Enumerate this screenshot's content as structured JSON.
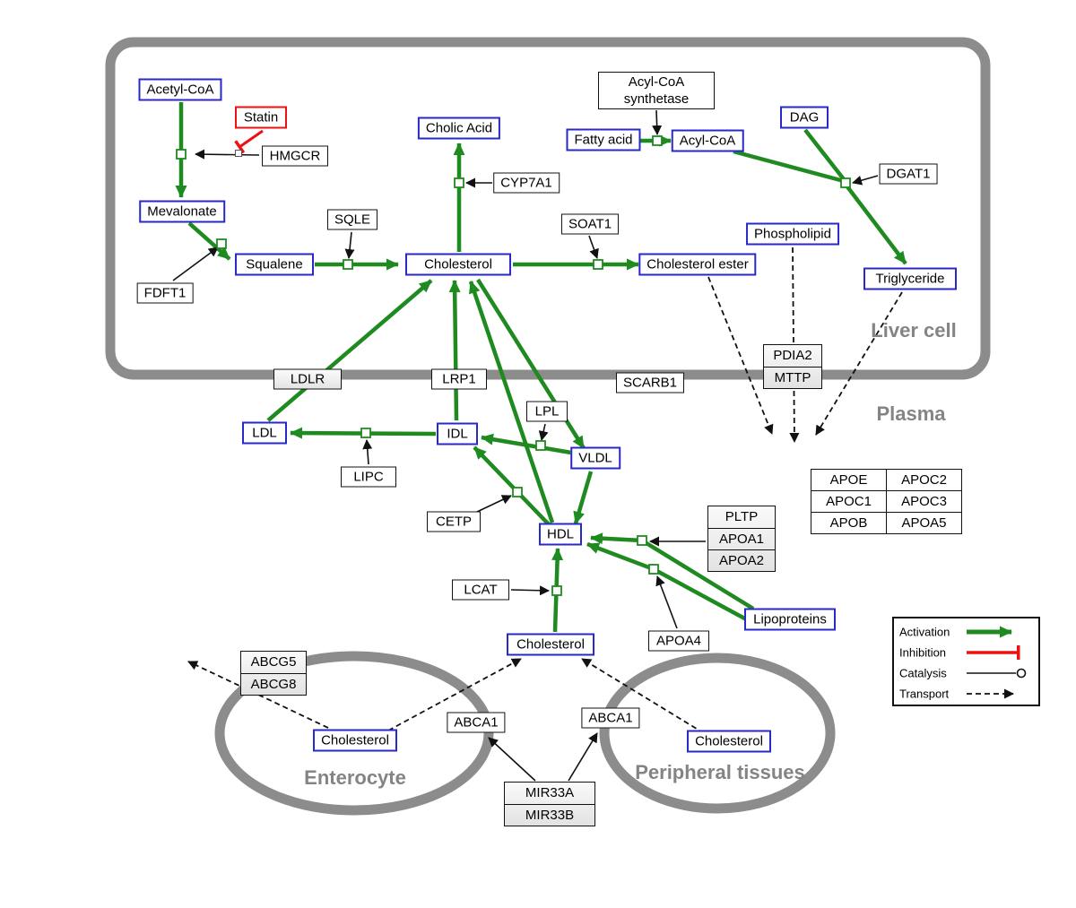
{
  "compartments": {
    "liver": "Liver cell",
    "plasma": "Plasma",
    "enterocyte": "Enterocyte",
    "peripheral": "Peripheral tissues"
  },
  "nodes": {
    "acetyl_coa": "Acetyl-CoA",
    "statin": "Statin",
    "hmgcr": "HMGCR",
    "mevalonate": "Mevalonate",
    "fdft1": "FDFT1",
    "squalene": "Squalene",
    "sqle": "SQLE",
    "cholic_acid": "Cholic Acid",
    "cyp7a1": "CYP7A1",
    "cholesterol_liver": "Cholesterol",
    "soat1": "SOAT1",
    "cholesterol_ester": "Cholesterol ester",
    "fatty_acid": "Fatty acid",
    "acyl_coa_synthetase_line1": "Acyl-CoA",
    "acyl_coa_synthetase_line2": "synthetase",
    "acyl_coa": "Acyl-CoA",
    "dag": "DAG",
    "dgat1": "DGAT1",
    "phospholipid": "Phospholipid",
    "triglyceride": "Triglyceride",
    "pdia2": "PDIA2",
    "mttp": "MTTP",
    "ldlr": "LDLR",
    "lrp1": "LRP1",
    "scarb1": "SCARB1",
    "lpl": "LPL",
    "ldl": "LDL",
    "idl": "IDL",
    "vldl": "VLDL",
    "lipc": "LIPC",
    "cetp": "CETP",
    "hdl": "HDL",
    "lcat": "LCAT",
    "pltp": "PLTP",
    "apoa1": "APOA1",
    "apoa2": "APOA2",
    "apoa4": "APOA4",
    "lipoproteins": "Lipoproteins",
    "cholesterol_plasma": "Cholesterol",
    "abcg5": "ABCG5",
    "abcg8": "ABCG8",
    "abca1_enterocyte": "ABCA1",
    "abca1_peripheral": "ABCA1",
    "cholesterol_enterocyte": "Cholesterol",
    "cholesterol_peripheral": "Cholesterol",
    "mir33a": "MIR33A",
    "mir33b": "MIR33B"
  },
  "apo_table": {
    "rows": [
      [
        "APOE",
        "APOC2"
      ],
      [
        "APOC1",
        "APOC3"
      ],
      [
        "APOB",
        "APOA5"
      ]
    ]
  },
  "legend": {
    "items": [
      "Activation",
      "Inhibition",
      "Catalysis",
      "Transport"
    ]
  },
  "colors": {
    "activation": "#1f8a1f",
    "inhibition": "#ee1111",
    "metabolite_border": "#2929c8",
    "compartment": "#8c8c8c"
  }
}
